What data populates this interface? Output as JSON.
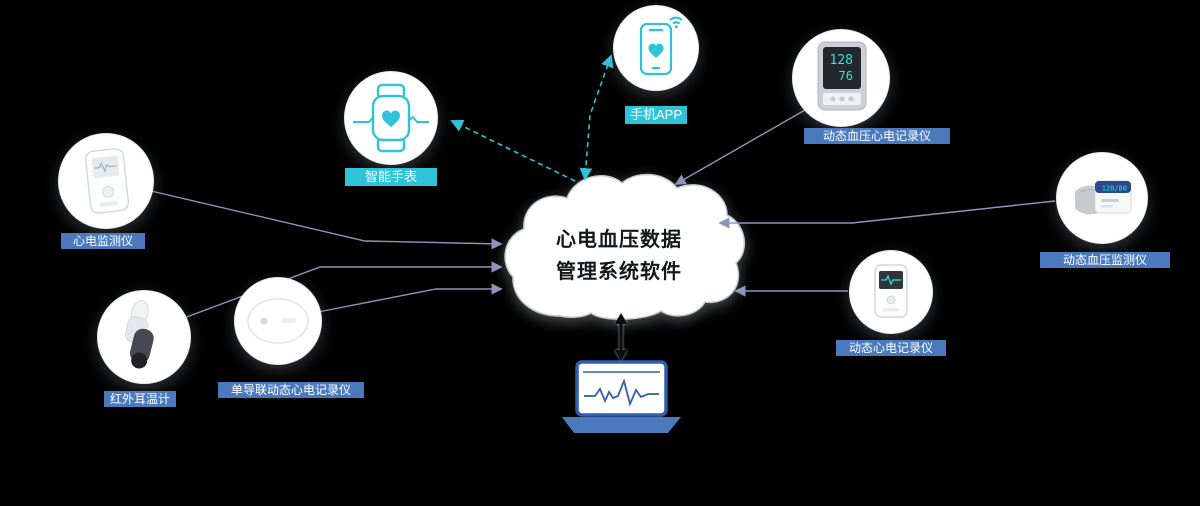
{
  "diagram": {
    "cloud": {
      "title_line1": "心电血压数据",
      "title_line2": "管理系统软件"
    },
    "devices": [
      {
        "name": "handheld-ecg-monitor",
        "label": "心电监测仪"
      },
      {
        "name": "ear-thermometer",
        "label": "红外耳温计"
      },
      {
        "name": "ecg-patch-recorder",
        "label": "单导联动态心电记录仪"
      },
      {
        "name": "smartwatch",
        "label": "智能手表"
      },
      {
        "name": "mobile-app",
        "label": "手机APP"
      },
      {
        "name": "abpm-recorder",
        "label": "动态血压心电记录仪"
      },
      {
        "name": "bp-monitor",
        "label": "动态血压监测仪"
      },
      {
        "name": "holter-recorder",
        "label": "动态心电记录仪"
      }
    ],
    "colors": {
      "accent_cyan": "#2fc3d8",
      "label_blue": "#4a7abd",
      "arrow_slate": "#8b96ba",
      "laptop_blue": "#2f5fae"
    }
  }
}
